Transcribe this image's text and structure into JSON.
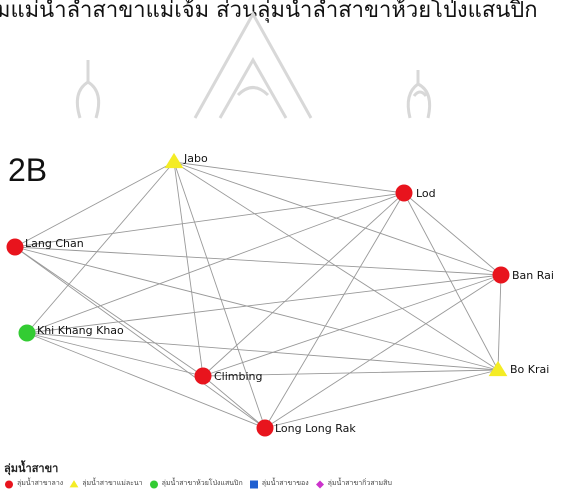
{
  "header": {
    "top_text": "มแม่น้ำลำสาขาแม่เจ้ม ส่วนลุ่มน้ำลำสาขาห้วยโป่งแสนปิก"
  },
  "figure": {
    "label": "2B"
  },
  "colors": {
    "red": "#e8141d",
    "yellow": "#f4ec25",
    "green": "#33cc33",
    "blue": "#1f5fd1",
    "magenta": "#cc33cc",
    "edge": "#999999"
  },
  "nodes": [
    {
      "id": "jabo",
      "label": "Jabo",
      "shape": "triangle",
      "color": "yellow"
    },
    {
      "id": "lod",
      "label": "Lod",
      "shape": "circle",
      "color": "red"
    },
    {
      "id": "lang_chan",
      "label": "Lang Chan",
      "shape": "circle",
      "color": "red"
    },
    {
      "id": "ban_rai",
      "label": "Ban Rai",
      "shape": "circle",
      "color": "red"
    },
    {
      "id": "khi_khang_khao",
      "label": "Khi Khang Khao",
      "shape": "circle",
      "color": "green"
    },
    {
      "id": "bo_krai",
      "label": "Bo Krai",
      "shape": "triangle",
      "color": "yellow"
    },
    {
      "id": "climbing",
      "label": "Climbing",
      "shape": "circle",
      "color": "red"
    },
    {
      "id": "long_long_rak",
      "label": "Long Long Rak",
      "shape": "circle",
      "color": "red"
    }
  ],
  "edges": [
    [
      "jabo",
      "lod"
    ],
    [
      "jabo",
      "lang_chan"
    ],
    [
      "jabo",
      "ban_rai"
    ],
    [
      "jabo",
      "khi_khang_khao"
    ],
    [
      "jabo",
      "bo_krai"
    ],
    [
      "jabo",
      "climbing"
    ],
    [
      "jabo",
      "long_long_rak"
    ],
    [
      "lod",
      "lang_chan"
    ],
    [
      "lod",
      "ban_rai"
    ],
    [
      "lod",
      "khi_khang_khao"
    ],
    [
      "lod",
      "bo_krai"
    ],
    [
      "lod",
      "climbing"
    ],
    [
      "lod",
      "long_long_rak"
    ],
    [
      "lang_chan",
      "ban_rai"
    ],
    [
      "lang_chan",
      "bo_krai"
    ],
    [
      "lang_chan",
      "climbing"
    ],
    [
      "lang_chan",
      "long_long_rak"
    ],
    [
      "ban_rai",
      "khi_khang_khao"
    ],
    [
      "ban_rai",
      "bo_krai"
    ],
    [
      "ban_rai",
      "climbing"
    ],
    [
      "ban_rai",
      "long_long_rak"
    ],
    [
      "khi_khang_khao",
      "bo_krai"
    ],
    [
      "khi_khang_khao",
      "climbing"
    ],
    [
      "khi_khang_khao",
      "long_long_rak"
    ],
    [
      "bo_krai",
      "climbing"
    ],
    [
      "bo_krai",
      "long_long_rak"
    ],
    [
      "climbing",
      "long_long_rak"
    ]
  ],
  "legend": {
    "title": "ลุ่มน้ำสาขา",
    "items": [
      {
        "label": "ลุ่มน้ำสาขาลาง",
        "shape": "circle",
        "color": "red"
      },
      {
        "label": "ลุ่มน้ำสาขาแม่ละนา",
        "shape": "triangle",
        "color": "yellow"
      },
      {
        "label": "ลุ่มน้ำสาขาห้วยโป่งแสนปิก",
        "shape": "circle",
        "color": "green"
      },
      {
        "label": "ลุ่มน้ำสาขาของ",
        "shape": "square",
        "color": "blue"
      },
      {
        "label": "ลุ่มน้ำสาขากิ่วสามสิบ",
        "shape": "diamond",
        "color": "magenta"
      }
    ]
  }
}
